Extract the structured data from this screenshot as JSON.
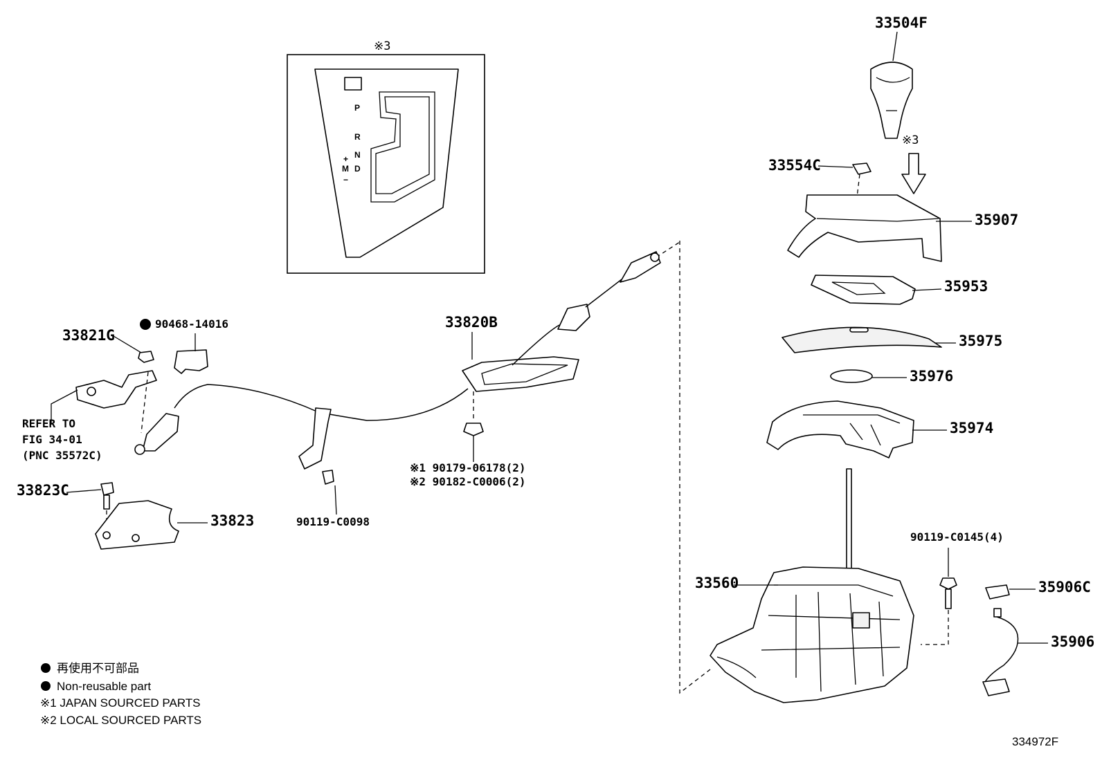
{
  "diagram_id": "334972F",
  "inset": {
    "ref": "※3",
    "gate_letters": [
      "P",
      "R",
      "N",
      "D",
      "M",
      "+",
      "−"
    ]
  },
  "callouts": {
    "p33504F": "33504F",
    "p33554C": "33554C",
    "p35907": "35907",
    "p35953": "35953",
    "p35975": "35975",
    "p35976": "35976",
    "p35974": "35974",
    "p33560": "33560",
    "p90119C0145": "90119-C0145(4)",
    "p35906C": "35906C",
    "p35906": "35906",
    "p33820B": "33820B",
    "p90179": "※1 90179-06178(2)",
    "p90182": "※2 90182-C0006(2)",
    "p90119C0098": "90119-C0098",
    "p90468": "90468-14016",
    "p33821G": "33821G",
    "p33823C": "33823C",
    "p33823": "33823",
    "knob_ref": "※3"
  },
  "refer_note": [
    "REFER TO",
    "FIG 34-01",
    "(PNC 35572C)"
  ],
  "legend": {
    "jp_nonreusable": "再使用不可部品",
    "nonreusable": "Non-reusable part",
    "japan_sourced": "※1 JAPAN SOURCED PARTS",
    "local_sourced": "※2 LOCAL SOURCED PARTS"
  },
  "colors": {
    "ink": "#000000",
    "paper": "#ffffff"
  }
}
